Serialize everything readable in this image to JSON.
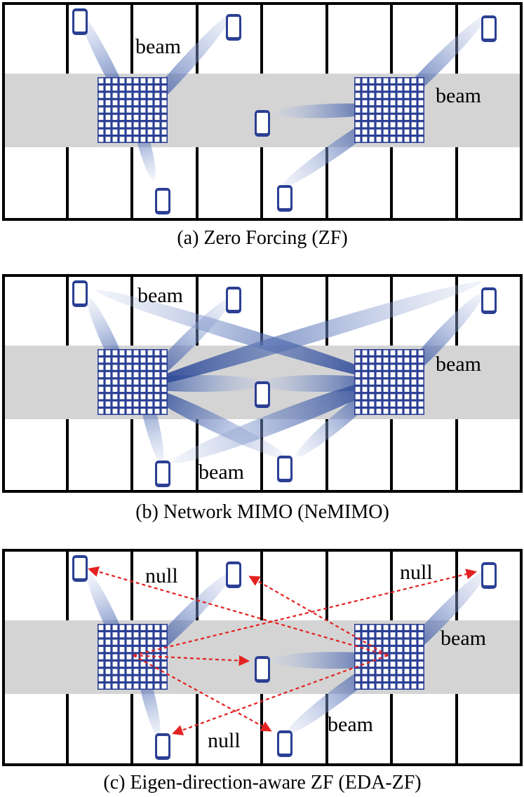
{
  "panels": [
    {
      "id": "a",
      "caption": "(a) Zero Forcing (ZF)",
      "labels": [
        "beam",
        "beam"
      ]
    },
    {
      "id": "b",
      "caption": "(b) Network MIMO (NeMIMO)",
      "labels": [
        "beam",
        "beam",
        "beam"
      ]
    },
    {
      "id": "c",
      "caption": "(c) Eigen-direction-aware ZF (EDA-ZF)",
      "labels": [
        "null",
        "null",
        "null",
        "beam",
        "beam"
      ]
    }
  ],
  "colors": {
    "frame": "#000000",
    "road": "#d4d4d4",
    "antenna": "#2b3f94",
    "beam": "#3a5aa6",
    "null_arrow": "#e32222",
    "device": "#2b3f94"
  },
  "icons": [
    "phone-icon",
    "antenna-array-icon"
  ]
}
